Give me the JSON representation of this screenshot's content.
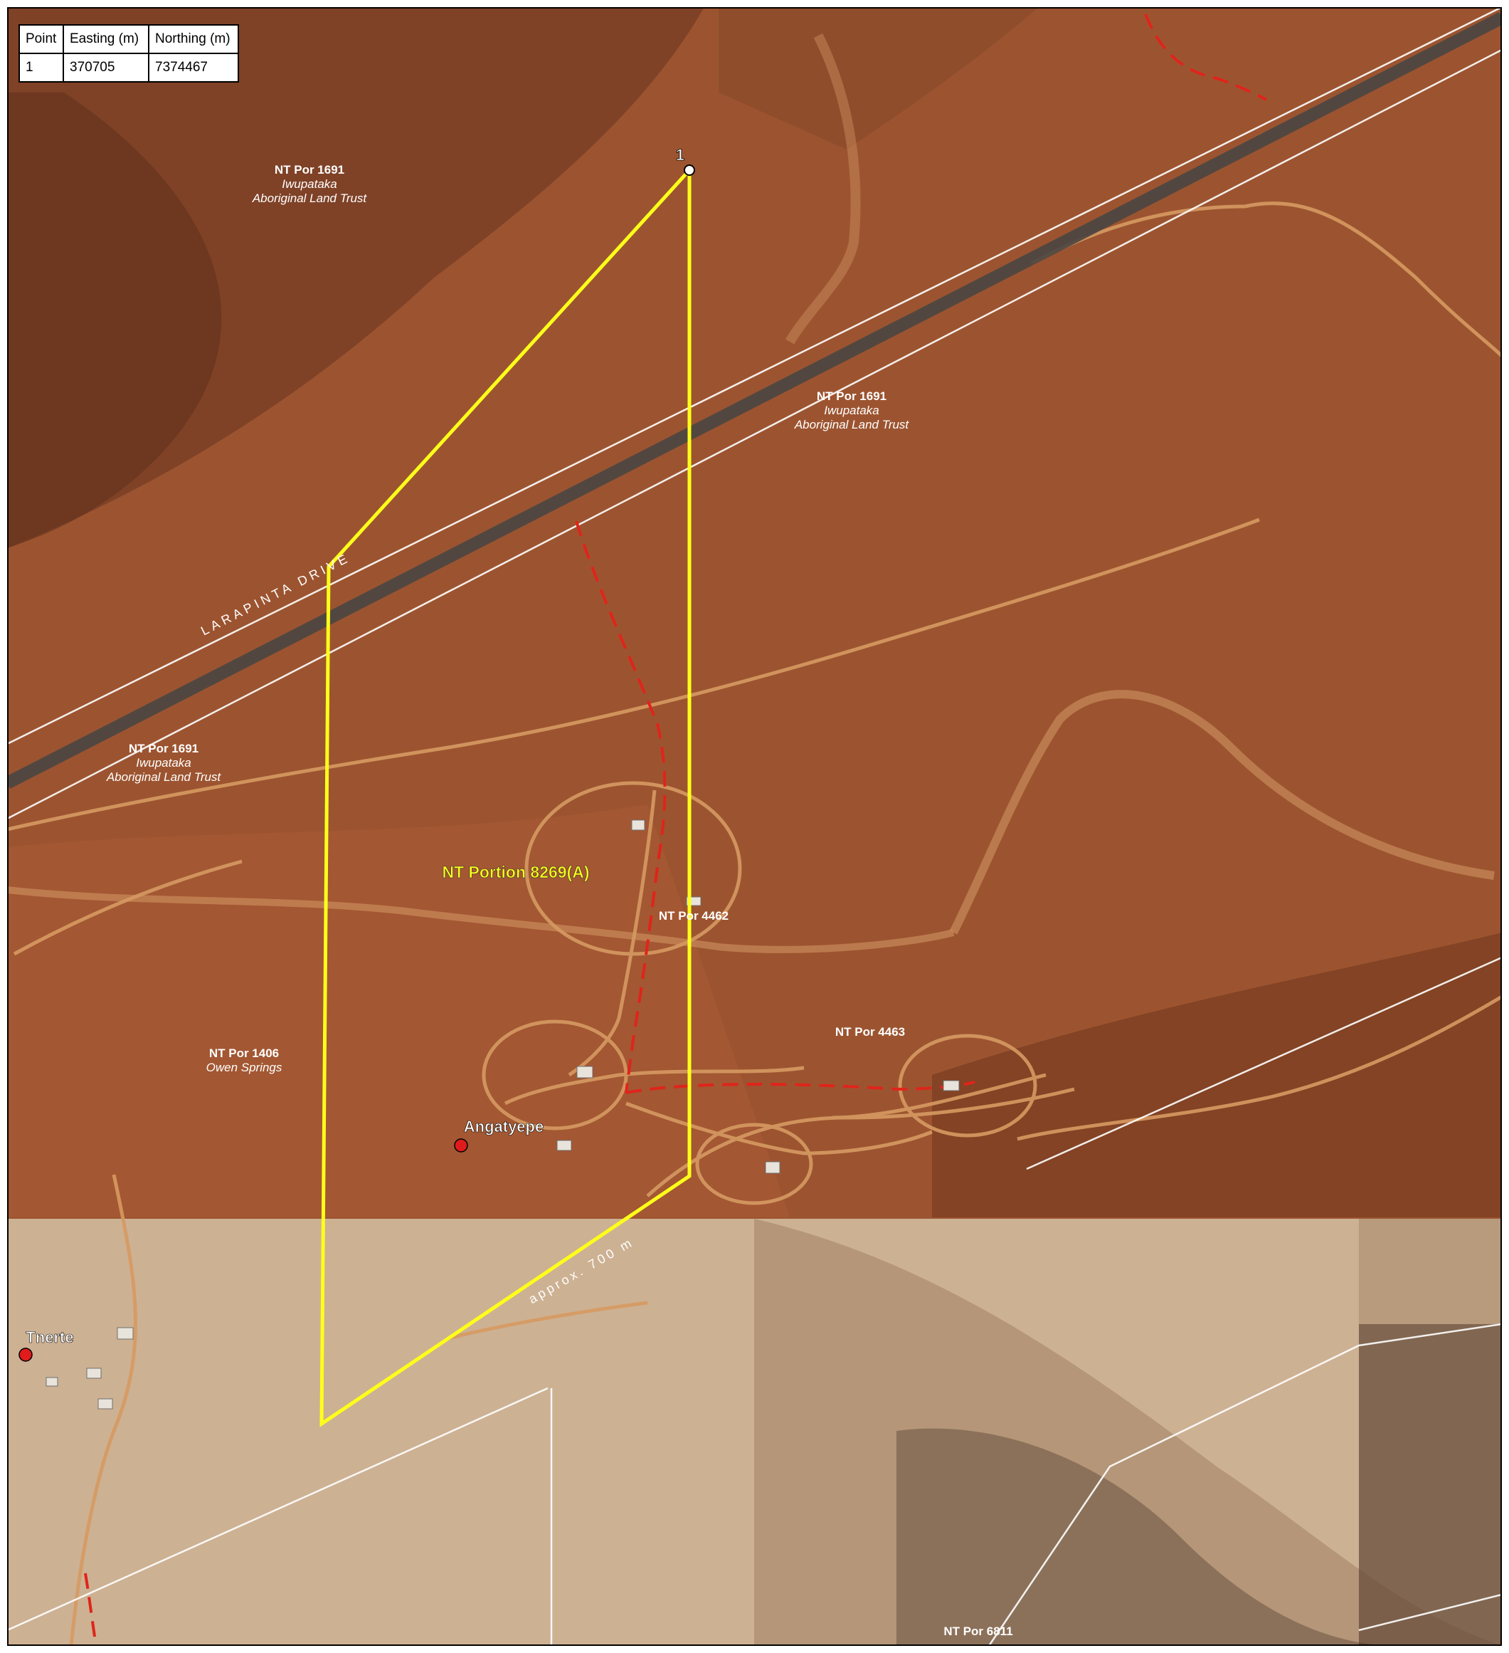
{
  "coordinate_table": {
    "headers": [
      "Point",
      "Easting (m)",
      "Northing (m)"
    ],
    "rows": [
      [
        "1",
        "370705",
        "7374467"
      ]
    ]
  },
  "labels": {
    "vertex_1": "1",
    "parcel_name": "NT Portion 8269(A)",
    "road_name": "LARAPINTA DRIVE",
    "distance_note": "approx. 700 m",
    "settlement_angatyepe": "Angatyepe",
    "settlement_tnerte": "Tnerte",
    "por_1691_ne": {
      "title": "NT Por 1691",
      "line1": "Iwupataka",
      "line2": "Aboriginal Land Trust"
    },
    "por_1691_e": {
      "title": "NT Por 1691",
      "line1": "Iwupataka",
      "line2": "Aboriginal Land Trust"
    },
    "por_1691_w": {
      "title": "NT Por 1691",
      "line1": "Iwupataka",
      "line2": "Aboriginal Land Trust"
    },
    "por_1406": {
      "title": "NT Por 1406",
      "line1": "Owen Springs"
    },
    "por_4462": "NT Por 4462",
    "por_4463": "NT Por 4463",
    "por_6811": "NT Por 6811"
  },
  "colors": {
    "terrain_red": "#9c5430",
    "terrain_dark": "#6b3a22",
    "terrain_pale": "#cdb193",
    "boundary_yellow": "#ffff1a",
    "track_red": "#e0241b",
    "cadastre_white": "#ffffff",
    "road_asphalt": "#4a4642",
    "dirt_track": "#d79a62"
  }
}
